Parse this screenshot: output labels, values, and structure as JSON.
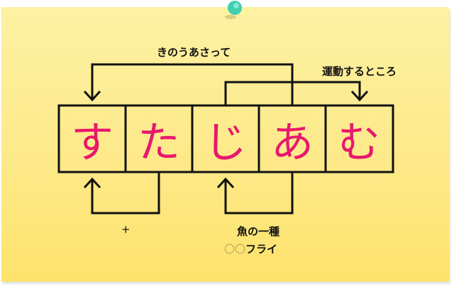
{
  "diagram": {
    "paper_color_top": "#fdf1a3",
    "paper_color_bottom": "#fde36c",
    "pin_color": "#3ecfb0",
    "char_color": "#e8186d",
    "cells": [
      {
        "char": "す"
      },
      {
        "char": "た"
      },
      {
        "char": "じ"
      },
      {
        "char": "あ"
      },
      {
        "char": "む"
      }
    ],
    "labels": {
      "top_left": "きのうあさって",
      "top_right": "運動するところ",
      "bottom_left": "+",
      "bottom_right_line1": "魚の一種",
      "bottom_right_circles": "〇〇",
      "bottom_right_line2_rest": "フライ"
    }
  }
}
